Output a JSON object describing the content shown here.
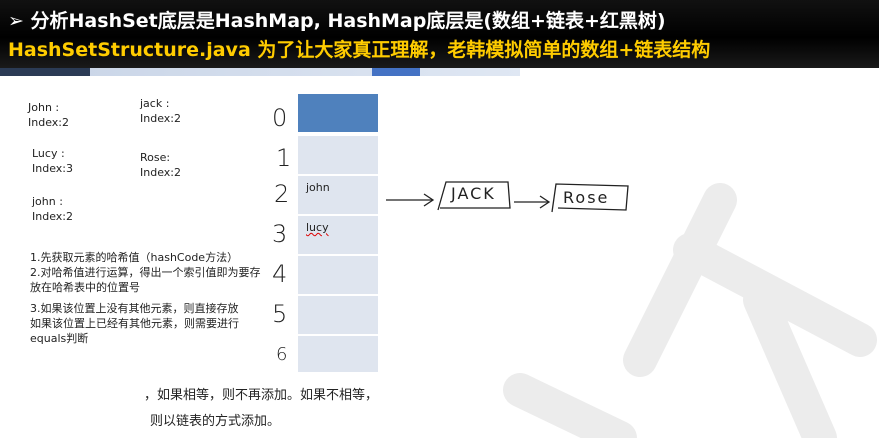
{
  "banner": {
    "line1": "➢ 分析HashSet底层是HashMap, HashMap底层是(数组+链表+红黑树)",
    "line2": "HashSetStructure.java  为了让大家真正理解，老韩模拟简单的数组+链表结构"
  },
  "notes": [
    {
      "name": "John :",
      "index": "Index:2"
    },
    {
      "name": "jack :",
      "index": "Index:2"
    },
    {
      "name": "Lucy :",
      "index": "Index:3"
    },
    {
      "name": "Rose:",
      "index": "Index:2"
    },
    {
      "name": "john :",
      "index": "Index:2"
    }
  ],
  "table": {
    "indices": [
      "0",
      "1",
      "2",
      "3",
      "4",
      "5",
      "6"
    ],
    "cells": [
      "",
      "",
      "john",
      "lucy",
      "",
      "",
      ""
    ]
  },
  "chain": {
    "node1": "JACK",
    "node2": "Rose"
  },
  "steps": {
    "s1": "1.先获取元素的哈希值（hashCode方法）",
    "s2": "2.对哈希值进行运算，得出一个索引值即为要存放在哈希表中的位置号",
    "s3": "3.如果该位置上没有其他元素，则直接存放",
    "s4": "如果该位置上已经有其他元素，则需要进行equals判断"
  },
  "bottom": {
    "line1": "，如果相等，则不再添加。如果不相等，",
    "line2": "则以链表的方式添加。"
  }
}
